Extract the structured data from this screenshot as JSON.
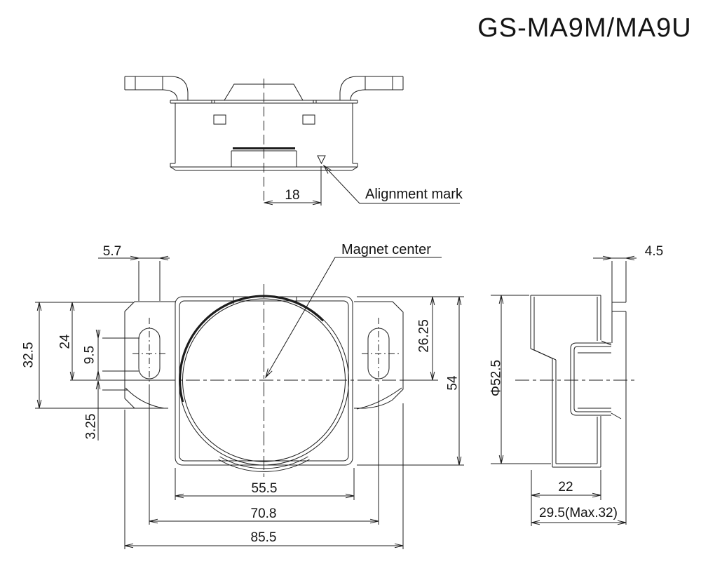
{
  "title": "GS-MA9M/MA9U",
  "labels": {
    "alignment_mark": "Alignment mark",
    "magnet_center": "Magnet center"
  },
  "dimensions": {
    "top_view": {
      "alignment_mark_offset": "18"
    },
    "front_view": {
      "slot_width": "5.7",
      "flange_height": "32.5",
      "flange_top_to_center": "24",
      "slot_straight_length": "9.5",
      "center_offset": "3.25",
      "body_top_to_center": "26.25",
      "body_height": "54",
      "body_width": "55.5",
      "slot_center_span": "70.8",
      "overall_width": "85.5"
    },
    "side_view": {
      "outer_diameter": "Φ52.5",
      "tab_depth": "4.5",
      "body_depth": "22",
      "overall_depth": "29.5(Max.32)"
    }
  },
  "line_color": "#1c1c1c"
}
